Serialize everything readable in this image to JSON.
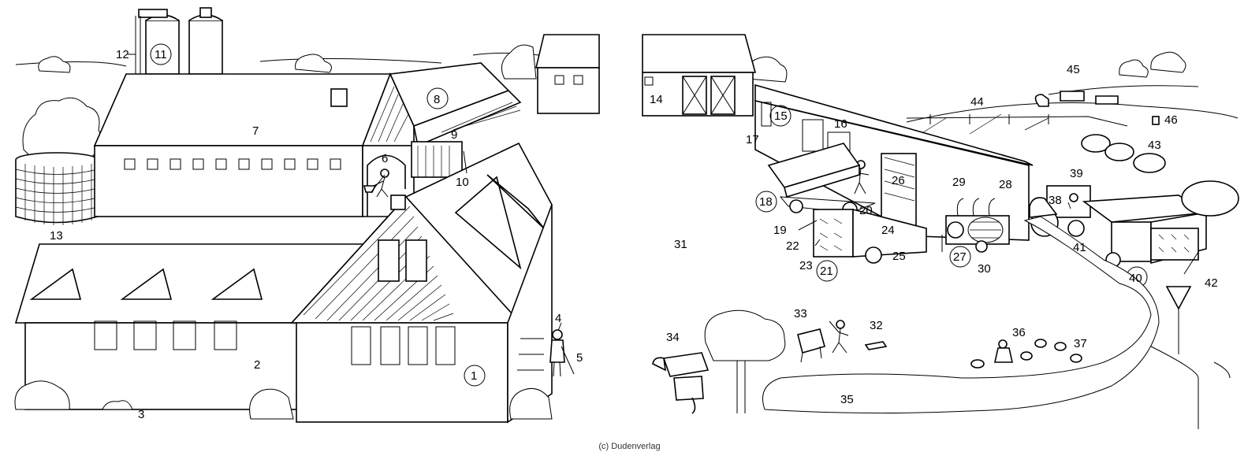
{
  "credit": "(c) Dudenverlag",
  "labels": {
    "n1": "1",
    "n2": "2",
    "n3": "3",
    "n4": "4",
    "n5": "5",
    "n6": "6",
    "n7": "7",
    "n8": "8",
    "n9": "9",
    "n10": "10",
    "n11": "11",
    "n12": "12",
    "n13": "13",
    "n14": "14",
    "n15": "15",
    "n16": "16",
    "n17": "17",
    "n18": "18",
    "n19": "19",
    "n20": "20",
    "n21": "21",
    "n22": "22",
    "n23": "23",
    "n24": "24",
    "n25": "25",
    "n26": "26",
    "n27": "27",
    "n28": "28",
    "n29": "29",
    "n30": "30",
    "n31": "31",
    "n32": "32",
    "n33": "33",
    "n34": "34",
    "n35": "35",
    "n36": "36",
    "n37": "37",
    "n38": "38",
    "n39": "39",
    "n40": "40",
    "n41": "41",
    "n42": "42",
    "n43": "43",
    "n44": "44",
    "n45": "45",
    "n46": "46"
  }
}
